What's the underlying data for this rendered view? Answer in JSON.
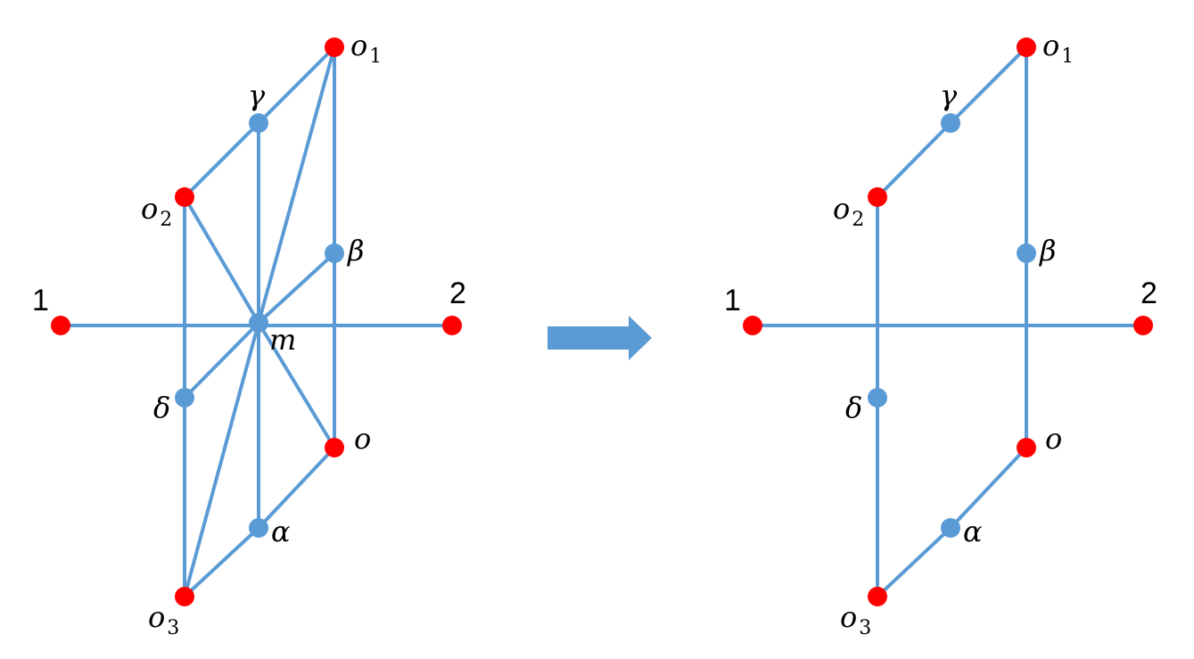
{
  "colors": {
    "edge": "#5B9BD5",
    "outer_node": "#FF0000",
    "inner_node": "#5B9BD5",
    "arrow": "#5B9BD5"
  },
  "arrow": {
    "icon": "right-arrow-icon"
  },
  "graphs": [
    {
      "id": "left",
      "nodes": [
        {
          "id": "1",
          "kind": "outer",
          "label": "1",
          "sub": ""
        },
        {
          "id": "2",
          "kind": "outer",
          "label": "2",
          "sub": ""
        },
        {
          "id": "o1",
          "kind": "outer",
          "label": "o",
          "sub": "1"
        },
        {
          "id": "o2",
          "kind": "outer",
          "label": "o",
          "sub": "2"
        },
        {
          "id": "o3",
          "kind": "outer",
          "label": "o",
          "sub": "3"
        },
        {
          "id": "o",
          "kind": "outer",
          "label": "o",
          "sub": ""
        },
        {
          "id": "gamma",
          "kind": "inner",
          "label": "γ",
          "sub": ""
        },
        {
          "id": "beta",
          "kind": "inner",
          "label": "β",
          "sub": ""
        },
        {
          "id": "delta",
          "kind": "inner",
          "label": "δ",
          "sub": ""
        },
        {
          "id": "alpha",
          "kind": "inner",
          "label": "α",
          "sub": ""
        },
        {
          "id": "m",
          "kind": "inner",
          "label": "m",
          "sub": ""
        }
      ],
      "edges": [
        [
          "1",
          "2"
        ],
        [
          "o1",
          "gamma"
        ],
        [
          "gamma",
          "o2"
        ],
        [
          "o1",
          "beta"
        ],
        [
          "beta",
          "o"
        ],
        [
          "o2",
          "delta"
        ],
        [
          "delta",
          "o3"
        ],
        [
          "o3",
          "alpha"
        ],
        [
          "alpha",
          "o"
        ],
        [
          "gamma",
          "alpha"
        ],
        [
          "o1",
          "m"
        ],
        [
          "o2",
          "m"
        ],
        [
          "beta",
          "m"
        ],
        [
          "delta",
          "m"
        ],
        [
          "o",
          "m"
        ],
        [
          "o3",
          "m"
        ]
      ]
    },
    {
      "id": "right",
      "nodes": [
        {
          "id": "1",
          "kind": "outer",
          "label": "1",
          "sub": ""
        },
        {
          "id": "2",
          "kind": "outer",
          "label": "2",
          "sub": ""
        },
        {
          "id": "o1",
          "kind": "outer",
          "label": "o",
          "sub": "1"
        },
        {
          "id": "o2",
          "kind": "outer",
          "label": "o",
          "sub": "2"
        },
        {
          "id": "o3",
          "kind": "outer",
          "label": "o",
          "sub": "3"
        },
        {
          "id": "o",
          "kind": "outer",
          "label": "o",
          "sub": ""
        },
        {
          "id": "gamma",
          "kind": "inner",
          "label": "γ",
          "sub": ""
        },
        {
          "id": "beta",
          "kind": "inner",
          "label": "β",
          "sub": ""
        },
        {
          "id": "delta",
          "kind": "inner",
          "label": "δ",
          "sub": ""
        },
        {
          "id": "alpha",
          "kind": "inner",
          "label": "α",
          "sub": ""
        }
      ],
      "edges": [
        [
          "1",
          "2"
        ],
        [
          "o1",
          "gamma"
        ],
        [
          "gamma",
          "o2"
        ],
        [
          "o1",
          "beta"
        ],
        [
          "beta",
          "o"
        ],
        [
          "o2",
          "delta"
        ],
        [
          "delta",
          "o3"
        ],
        [
          "o3",
          "alpha"
        ],
        [
          "alpha",
          "o"
        ]
      ]
    }
  ]
}
